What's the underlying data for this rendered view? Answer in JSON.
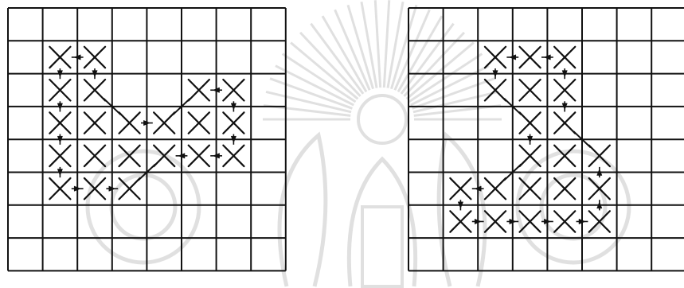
{
  "watermark": {
    "name": "university-seal-watermark",
    "color": "#c8c8c8"
  },
  "colors": {
    "ink": "#111111",
    "paper": "#ffffff"
  },
  "grids": [
    {
      "name": "left-grid",
      "cols": 8,
      "rows": 8,
      "x_marks": [
        [
          1,
          1
        ],
        [
          2,
          1
        ],
        [
          1,
          2
        ],
        [
          2,
          2
        ],
        [
          5,
          2
        ],
        [
          6,
          2
        ],
        [
          1,
          3
        ],
        [
          2,
          3
        ],
        [
          3,
          3
        ],
        [
          4,
          3
        ],
        [
          5,
          3
        ],
        [
          6,
          3
        ],
        [
          1,
          4
        ],
        [
          2,
          4
        ],
        [
          3,
          4
        ],
        [
          4,
          4
        ],
        [
          5,
          4
        ],
        [
          6,
          4
        ],
        [
          1,
          5
        ],
        [
          2,
          5
        ],
        [
          3,
          5
        ]
      ],
      "stitch_links": [
        [
          [
            2,
            1
          ],
          [
            1,
            1
          ]
        ],
        [
          [
            2,
            1
          ],
          [
            2,
            2
          ]
        ],
        [
          [
            1,
            1
          ],
          [
            1,
            2
          ]
        ],
        [
          [
            1,
            2
          ],
          [
            1,
            3
          ]
        ],
        [
          [
            1,
            3
          ],
          [
            1,
            4
          ]
        ],
        [
          [
            1,
            4
          ],
          [
            1,
            5
          ]
        ],
        [
          [
            1,
            5
          ],
          [
            2,
            5
          ]
        ],
        [
          [
            2,
            5
          ],
          [
            3,
            5
          ]
        ],
        [
          [
            6,
            2
          ],
          [
            5,
            2
          ]
        ],
        [
          [
            6,
            2
          ],
          [
            6,
            3
          ]
        ],
        [
          [
            6,
            3
          ],
          [
            6,
            4
          ]
        ],
        [
          [
            6,
            4
          ],
          [
            5,
            4
          ]
        ],
        [
          [
            5,
            4
          ],
          [
            4,
            4
          ]
        ],
        [
          [
            3,
            3
          ],
          [
            4,
            3
          ]
        ]
      ],
      "diagonals": [
        [
          [
            2,
            2
          ],
          [
            3,
            3
          ]
        ],
        [
          [
            4,
            3
          ],
          [
            5,
            2
          ]
        ],
        [
          [
            3,
            5
          ],
          [
            4,
            4
          ]
        ]
      ]
    },
    {
      "name": "right-grid",
      "cols": 8,
      "rows": 8,
      "x_marks": [
        [
          2,
          1
        ],
        [
          3,
          1
        ],
        [
          4,
          1
        ],
        [
          2,
          2
        ],
        [
          3,
          2
        ],
        [
          4,
          2
        ],
        [
          3,
          3
        ],
        [
          4,
          3
        ],
        [
          3,
          4
        ],
        [
          4,
          4
        ],
        [
          5,
          4
        ],
        [
          1,
          5
        ],
        [
          2,
          5
        ],
        [
          3,
          5
        ],
        [
          4,
          5
        ],
        [
          5,
          5
        ],
        [
          1,
          6
        ],
        [
          2,
          6
        ],
        [
          3,
          6
        ],
        [
          4,
          6
        ],
        [
          5,
          6
        ]
      ],
      "stitch_links": [
        [
          [
            4,
            1
          ],
          [
            3,
            1
          ]
        ],
        [
          [
            3,
            1
          ],
          [
            2,
            1
          ]
        ],
        [
          [
            2,
            1
          ],
          [
            2,
            2
          ]
        ],
        [
          [
            4,
            1
          ],
          [
            4,
            2
          ]
        ],
        [
          [
            4,
            2
          ],
          [
            4,
            3
          ]
        ],
        [
          [
            3,
            3
          ],
          [
            3,
            4
          ]
        ],
        [
          [
            2,
            5
          ],
          [
            1,
            5
          ]
        ],
        [
          [
            1,
            5
          ],
          [
            1,
            6
          ]
        ],
        [
          [
            1,
            6
          ],
          [
            2,
            6
          ]
        ],
        [
          [
            2,
            6
          ],
          [
            3,
            6
          ]
        ],
        [
          [
            3,
            6
          ],
          [
            4,
            6
          ]
        ],
        [
          [
            4,
            6
          ],
          [
            5,
            6
          ]
        ],
        [
          [
            5,
            6
          ],
          [
            5,
            5
          ]
        ],
        [
          [
            5,
            5
          ],
          [
            5,
            4
          ]
        ]
      ],
      "diagonals": [
        [
          [
            2,
            2
          ],
          [
            3,
            3
          ]
        ],
        [
          [
            4,
            3
          ],
          [
            5,
            4
          ]
        ],
        [
          [
            3,
            4
          ],
          [
            2,
            5
          ]
        ]
      ]
    }
  ]
}
